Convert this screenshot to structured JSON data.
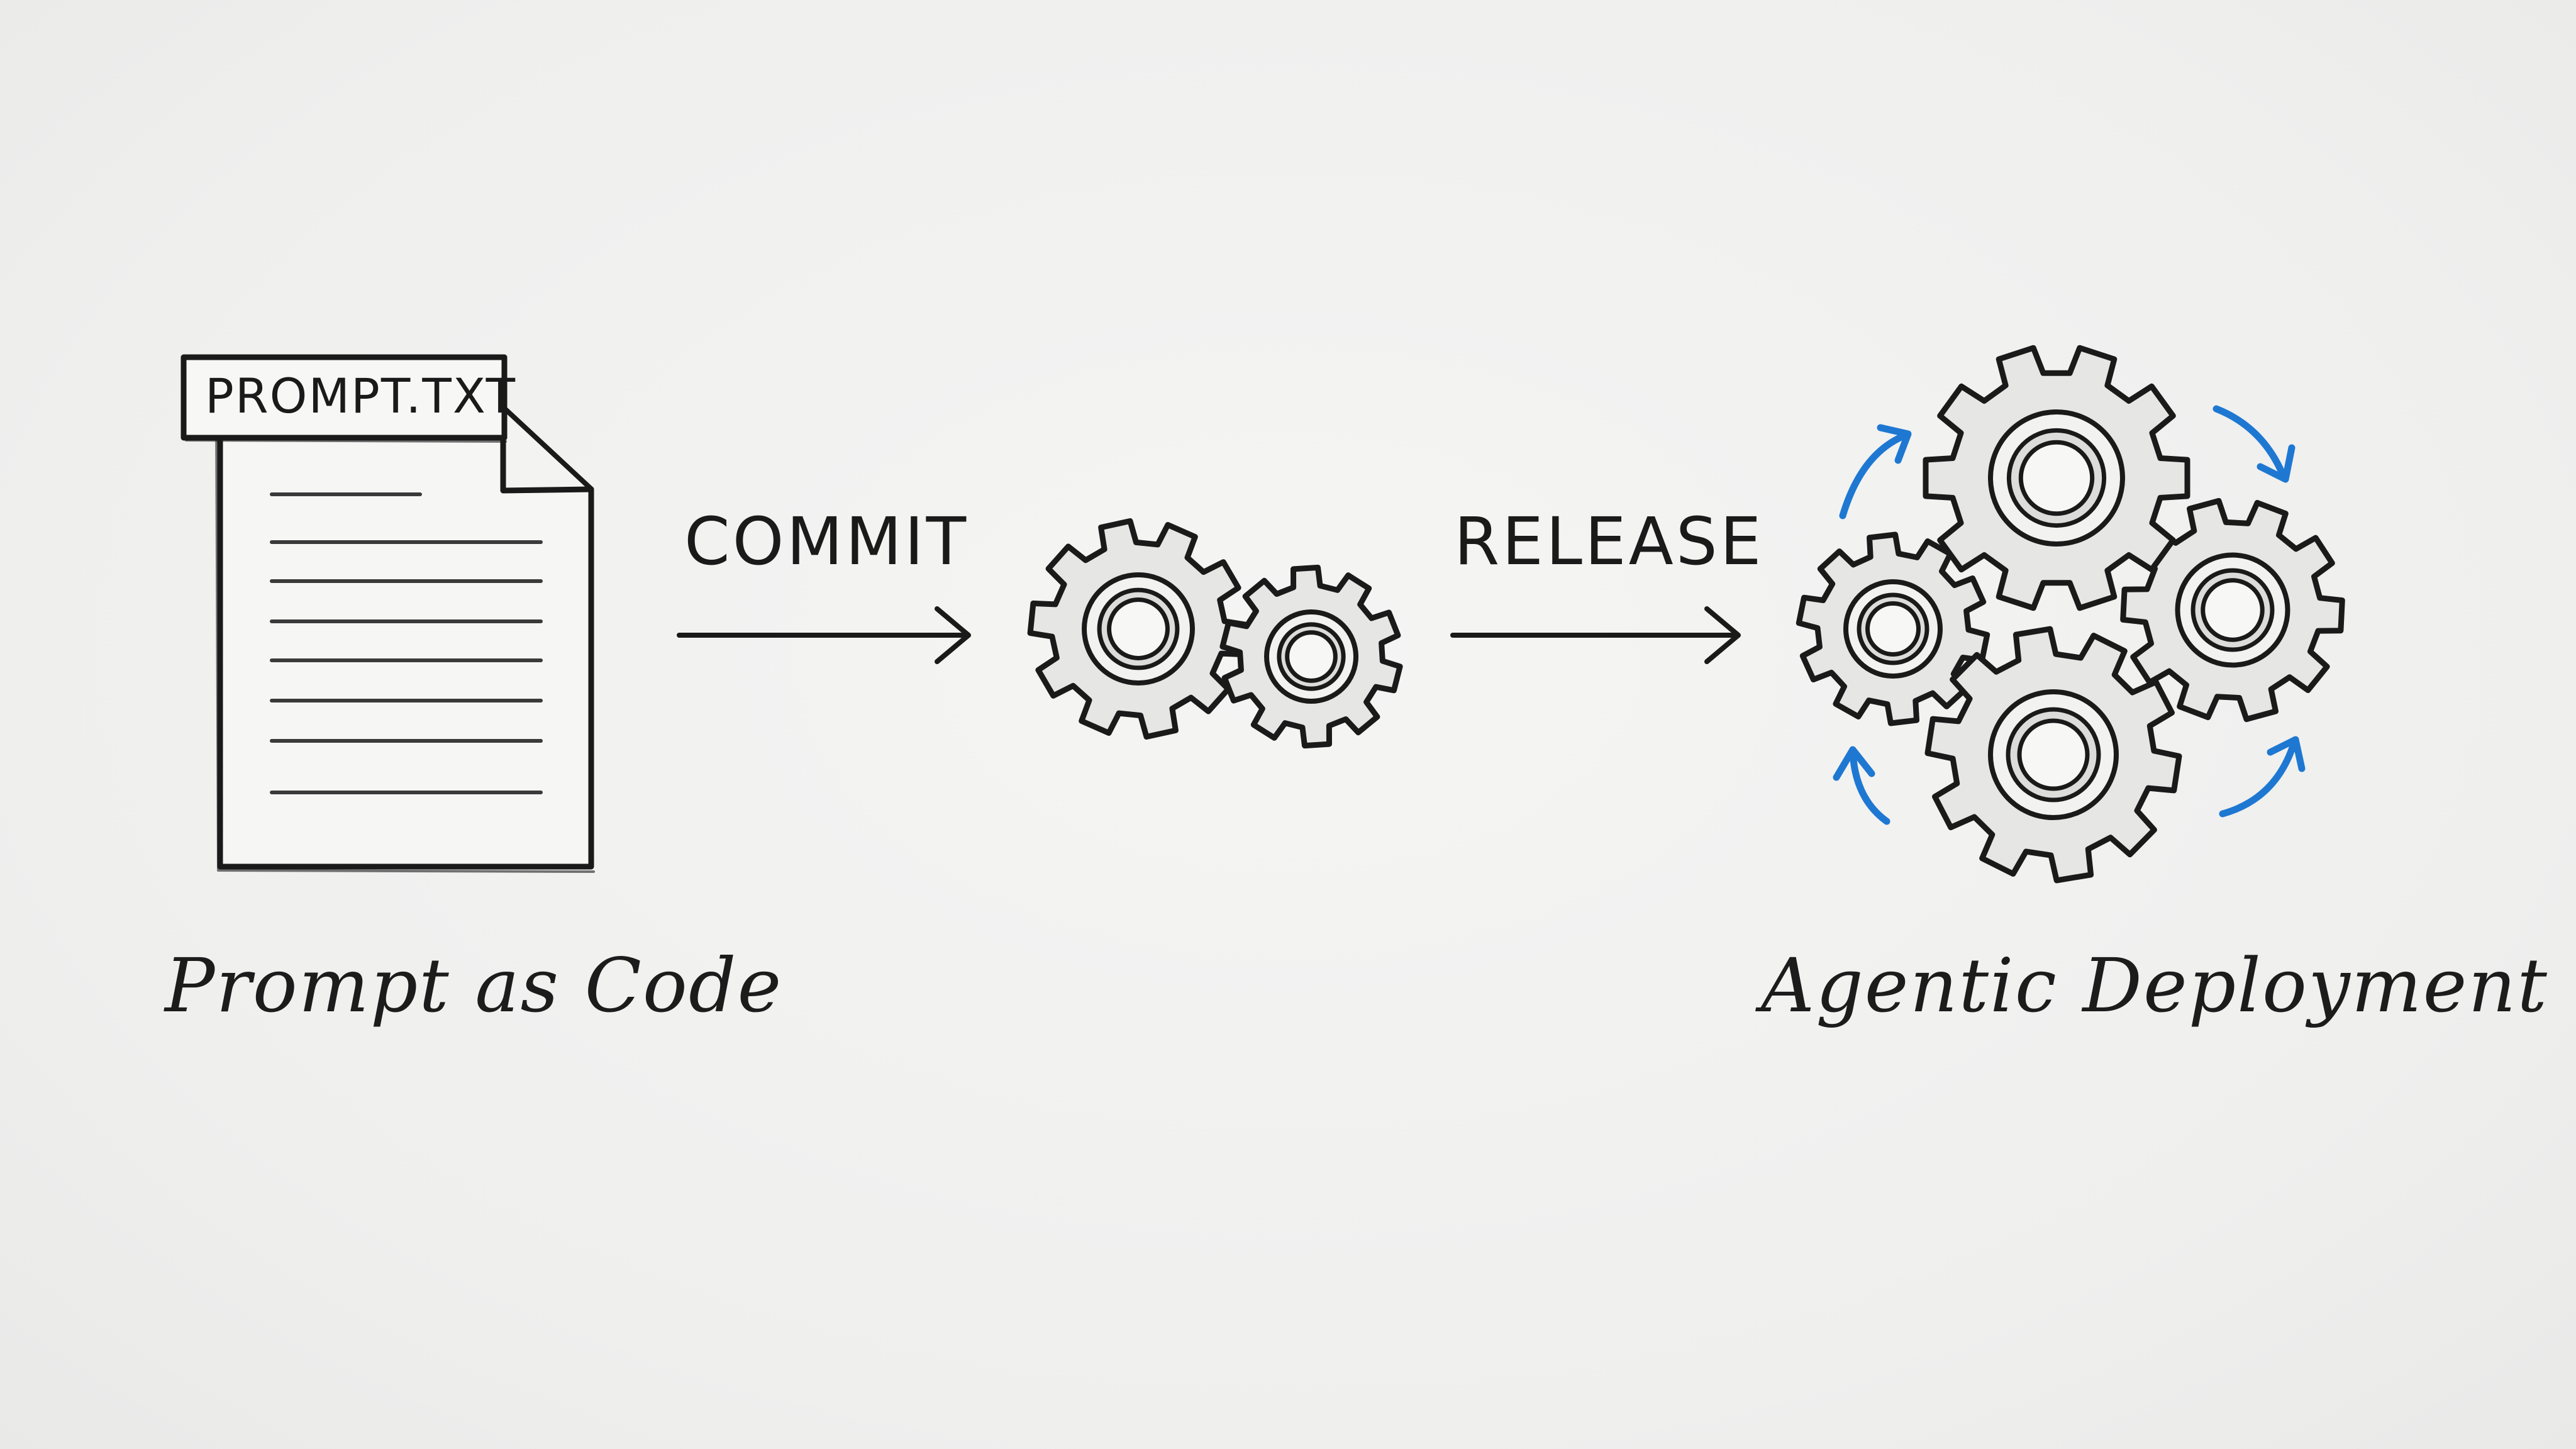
{
  "file": {
    "tab_label": "PROMPT.TXT"
  },
  "steps": {
    "commit_label": "COMMIT",
    "release_label": "RELEASE"
  },
  "captions": {
    "left": "Prompt as Code",
    "right": "Agentic Deployment"
  },
  "colors": {
    "ink": "#1a1a1a",
    "accent_arrows": "#1e78d2",
    "background": "#f1f1f0"
  },
  "icons": {
    "document": "document-icon",
    "gears_pair": "gear-pair-icon",
    "gears_cluster": "gear-cluster-icon",
    "cycle_arrows": "cycle-arrow-icon"
  }
}
